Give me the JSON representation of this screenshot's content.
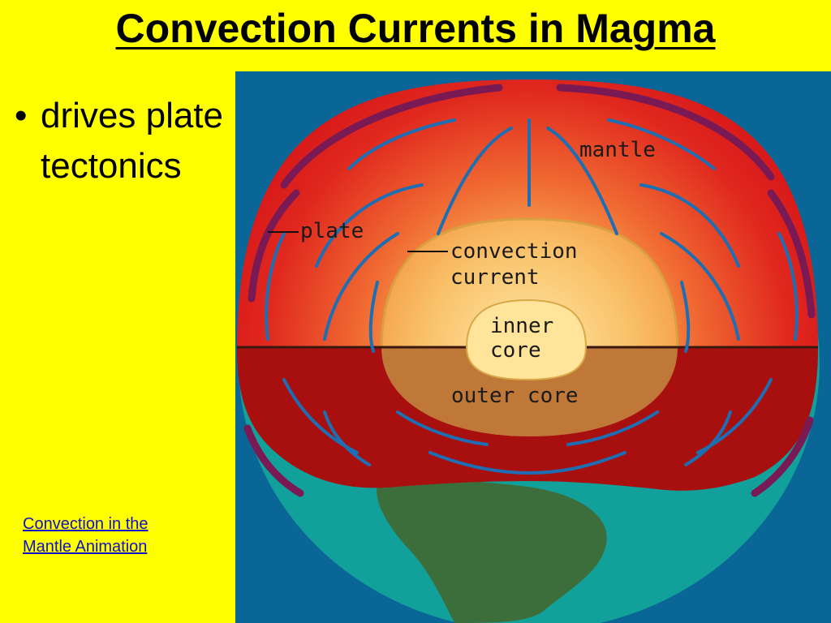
{
  "slide": {
    "title": "Convection Currents in Magma",
    "bullets": [
      "drives plate tectonics"
    ],
    "link_text": "Convection in the Mantle Animation"
  },
  "diagram": {
    "labels": {
      "mantle": "mantle",
      "plate": "plate",
      "convection_current": [
        "convection",
        "current"
      ],
      "inner_core": [
        "inner",
        "core"
      ],
      "outer_core": "outer core"
    },
    "colors": {
      "slide_background": "#ffff00",
      "ocean": "#0a6696",
      "earth_surface": "#12a09a",
      "land": "#3c6e3c",
      "mantle": "#e0281e",
      "outer_core": "#f4a040",
      "inner_core": "#ffe49a",
      "current_arrows": "#1e6eb4",
      "plate_edge": "#7a1a55"
    }
  }
}
